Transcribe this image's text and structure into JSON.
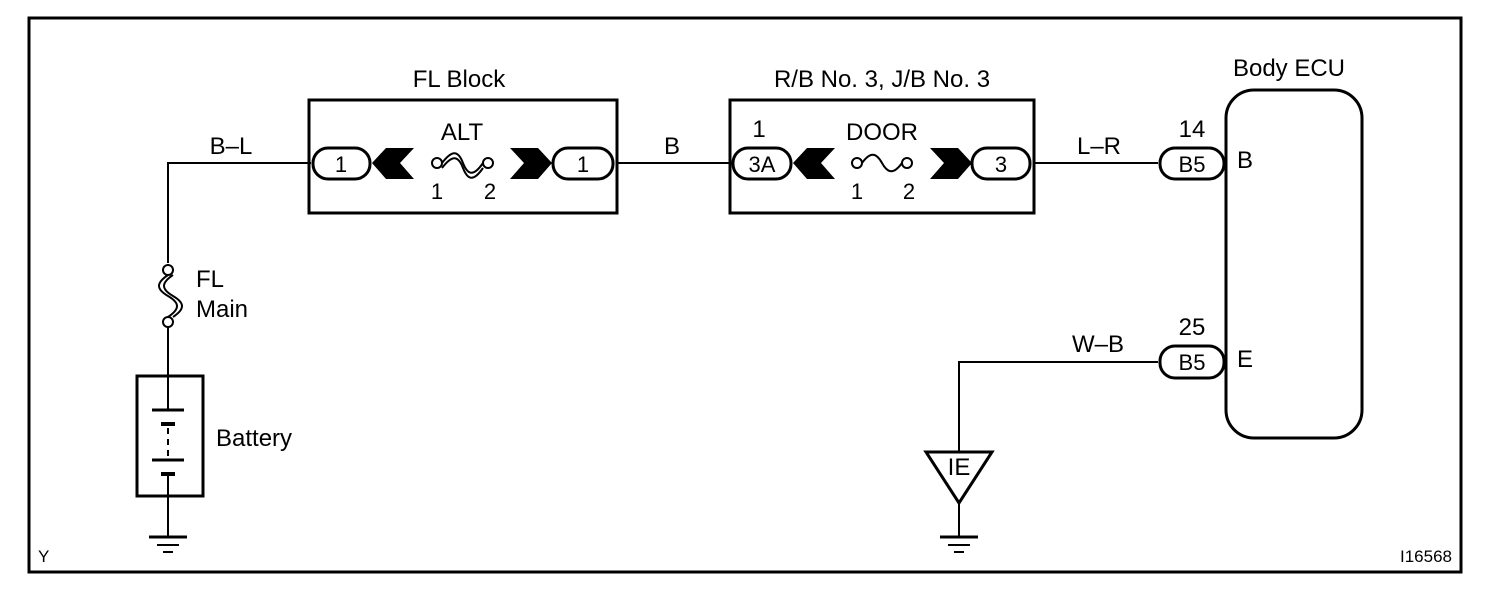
{
  "blocks": {
    "fl_block": {
      "title": "FL Block",
      "fuse": "ALT",
      "fuse_pin_left": "1",
      "fuse_pin_right": "2",
      "conn_left": "1",
      "conn_right": "1"
    },
    "rb_jb": {
      "title": "R/B No. 3, J/B No. 3",
      "fuse": "DOOR",
      "fuse_pin_left": "1",
      "fuse_pin_right": "2",
      "conn_left": "3A",
      "conn_left_pin": "1",
      "conn_right": "3"
    },
    "body_ecu": {
      "title": "Body ECU",
      "term_b": "B",
      "term_e": "E",
      "conn_b": "B5",
      "conn_b_pin": "14",
      "conn_e": "B5",
      "conn_e_pin": "25"
    }
  },
  "wires": {
    "battery_to_fl": "B–L",
    "fl_to_rb": "B",
    "rb_to_ecu": "L–R",
    "ecu_to_ground": "W–B"
  },
  "components": {
    "fl_main_line1": "FL",
    "fl_main_line2": "Main",
    "battery": "Battery",
    "ground_point": "IE"
  },
  "corner_left": "Y",
  "figure_id": "I16568"
}
